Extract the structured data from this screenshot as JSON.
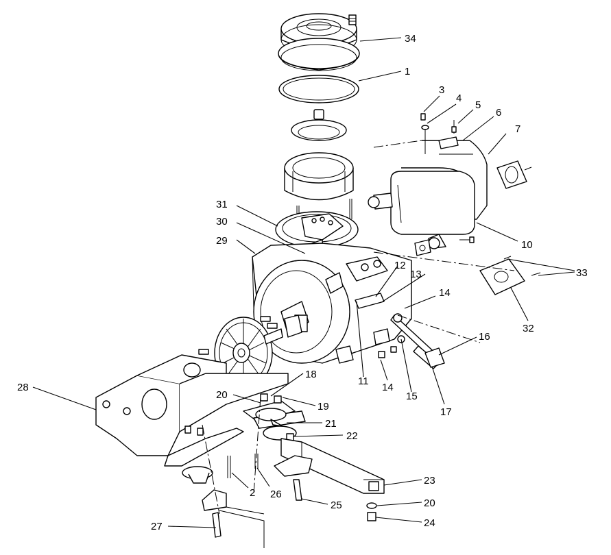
{
  "callouts": [
    {
      "id": "34",
      "text": "34"
    },
    {
      "id": "1",
      "text": "1"
    },
    {
      "id": "3",
      "text": "3"
    },
    {
      "id": "4",
      "text": "4"
    },
    {
      "id": "5",
      "text": "5"
    },
    {
      "id": "6",
      "text": "6"
    },
    {
      "id": "7",
      "text": "7"
    },
    {
      "id": "31",
      "text": "31"
    },
    {
      "id": "30",
      "text": "30"
    },
    {
      "id": "29",
      "text": "29"
    },
    {
      "id": "10",
      "text": "10"
    },
    {
      "id": "12",
      "text": "12"
    },
    {
      "id": "13",
      "text": "13"
    },
    {
      "id": "33",
      "text": "33"
    },
    {
      "id": "14a",
      "text": "14"
    },
    {
      "id": "32",
      "text": "32"
    },
    {
      "id": "16",
      "text": "16"
    },
    {
      "id": "11",
      "text": "11"
    },
    {
      "id": "14b",
      "text": "14"
    },
    {
      "id": "15",
      "text": "15"
    },
    {
      "id": "17",
      "text": "17"
    },
    {
      "id": "18",
      "text": "18"
    },
    {
      "id": "28",
      "text": "28"
    },
    {
      "id": "20a",
      "text": "20"
    },
    {
      "id": "19",
      "text": "19"
    },
    {
      "id": "21",
      "text": "21"
    },
    {
      "id": "22",
      "text": "22"
    },
    {
      "id": "23",
      "text": "23"
    },
    {
      "id": "2",
      "text": "2"
    },
    {
      "id": "26",
      "text": "26"
    },
    {
      "id": "25",
      "text": "25"
    },
    {
      "id": "20b",
      "text": "20"
    },
    {
      "id": "27",
      "text": "27"
    },
    {
      "id": "24",
      "text": "24"
    }
  ]
}
